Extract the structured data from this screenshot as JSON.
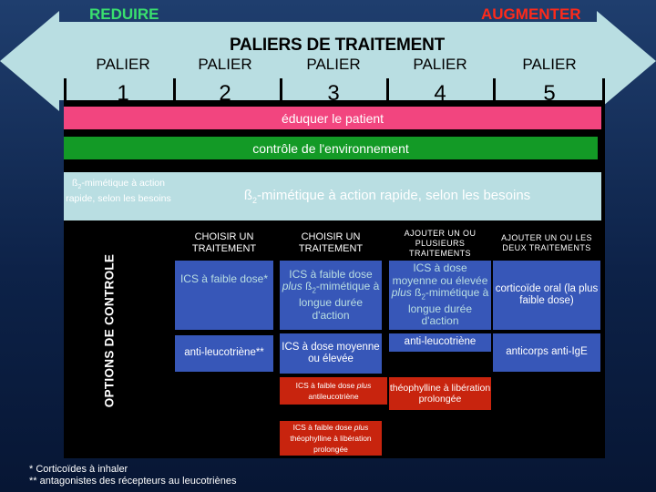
{
  "header": {
    "reduire": "REDUIRE",
    "augmenter": "AUGMENTER",
    "title": "PALIERS DE TRAITEMENT",
    "paliers": [
      {
        "label": "PALIER",
        "number": "1"
      },
      {
        "label": "PALIER",
        "number": "2"
      },
      {
        "label": "PALIER",
        "number": "3"
      },
      {
        "label": "PALIER",
        "number": "4"
      },
      {
        "label": "PALIER",
        "number": "5"
      }
    ]
  },
  "bars": {
    "educate": "éduquer le patient",
    "environment": "contrôle de l'environnement"
  },
  "beta2": {
    "small_prefix": "ß",
    "small_sub": "2",
    "small_rest": "-mimétique à action rapide, selon les besoins",
    "big_prefix": "ß",
    "big_sub": "2",
    "big_rest": "-mimétique à action rapide, selon les besoins"
  },
  "options_label": "OPTIONS DE CONTROLE",
  "columns": {
    "c2_header": "CHOISIR UN TRAITEMENT",
    "c3_header": "CHOISIR UN TRAITEMENT",
    "c4_header": "AJOUTER UN OU PLUSIEURS TRAITEMENTS",
    "c5_header": "AJOUTER UN OU LES DEUX TRAITEMENTS",
    "c2_opt1": "ICS à faible dose*",
    "c2_opt2": "anti-leucotriène**",
    "c3_opt1_a": "ICS à faible dose",
    "c3_opt1_plus": "plus",
    "c3_opt1_b": "ß",
    "c3_opt1_sub": "2",
    "c3_opt1_c": "-mimétique à longue durée d'action",
    "c3_opt2": "ICS à dose moyenne ou élevée",
    "c3_opt3_a": "ICS à faible dose",
    "c3_opt3_plus": "plus",
    "c3_opt3_b": "antileucotriène",
    "c3_opt4_a": "ICS à faible dose",
    "c3_opt4_plus": "plus",
    "c3_opt4_b": "théophylline à libération prolongée",
    "c4_opt1_a": "ICS à dose moyenne ou élevée",
    "c4_opt1_plus": "plus",
    "c4_opt1_b": "ß",
    "c4_opt1_sub": "2",
    "c4_opt1_c": "-mimétique à longue durée d'action",
    "c4_opt2": "anti-leucotriène",
    "c4_opt3": "théophylline à libération prolongée",
    "c5_opt1": "corticoïde oral (la plus faible dose)",
    "c5_opt2": "anticorps anti-IgE"
  },
  "footnotes": {
    "f1": "* Corticoïdes à inhaler",
    "f2": "** antagonistes des récepteurs au leucotriènes"
  },
  "colors": {
    "reduire": "#39e06e",
    "augmenter": "#ff2a1a",
    "arrow": "#b9dee2",
    "pink": "#f2457f",
    "green": "#139a26",
    "blue": "#3757b8",
    "red": "#c8240e"
  }
}
